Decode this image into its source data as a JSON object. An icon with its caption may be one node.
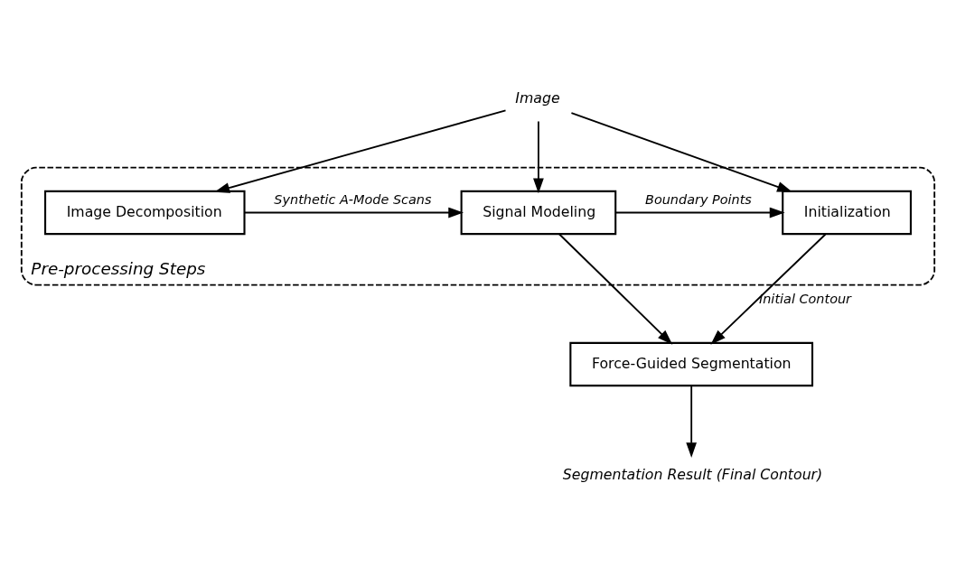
{
  "diagram": {
    "nodes": [
      {
        "text": [
          "Image"
        ]
      },
      {
        "text": [
          "Pre-processing Steps"
        ]
      },
      {
        "text": [
          "Image Decomposition"
        ],
        "in": 1
      },
      {
        "text": [
          "Signal Modeling"
        ],
        "in": 1
      },
      {
        "text": [
          "Initialization"
        ],
        "in": 1
      },
      {
        "text": [
          "Force-Guided Segmentation"
        ]
      },
      {
        "text": [
          "Segmentation Result (Final Contour)"
        ]
      }
    ],
    "edges": [
      {
        "from": 0,
        "to": 2,
        "arrow": "to"
      },
      {
        "from": 0,
        "to": 3,
        "arrow": "to"
      },
      {
        "from": 0,
        "to": 4,
        "arrow": "to"
      },
      {
        "from": 2,
        "to": 3,
        "arrow": "to",
        "label": "Synthetic A-Mode Scans"
      },
      {
        "from": 3,
        "to": 4,
        "arrow": "to",
        "label": "Boundary Points"
      },
      {
        "from": 3,
        "to": 5,
        "arrow": "to"
      },
      {
        "from": 4,
        "to": 5,
        "arrow": "to",
        "label": "Initial Contour"
      },
      {
        "from": 5,
        "to": 6,
        "arrow": "to"
      }
    ]
  }
}
